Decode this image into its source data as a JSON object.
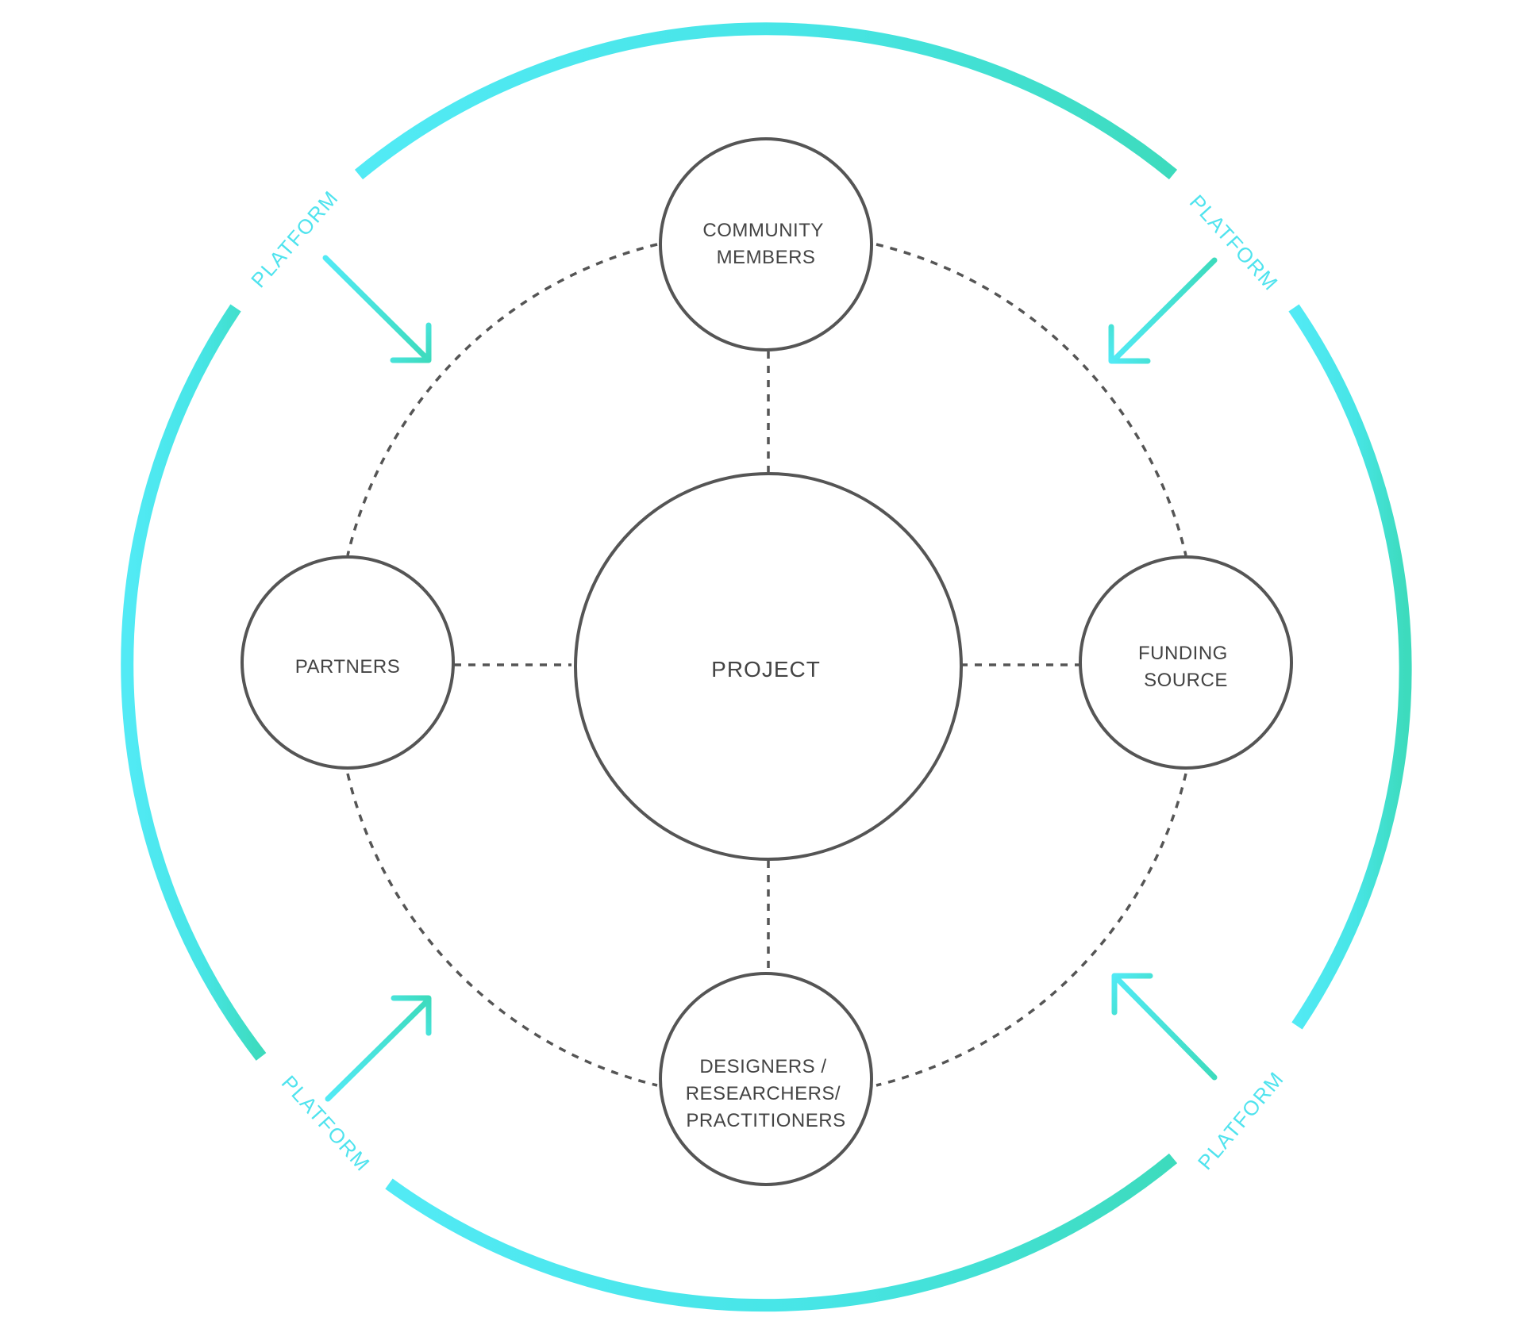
{
  "center": {
    "label": "PROJECT"
  },
  "nodes": {
    "top": {
      "lines": [
        "COMMUNITY",
        "MEMBERS"
      ]
    },
    "left": {
      "lines": [
        "PARTNERS"
      ]
    },
    "right": {
      "lines": [
        "FUNDING",
        "SOURCE"
      ]
    },
    "bottom": {
      "lines": [
        "DESIGNERS /",
        "RESEARCHERS/",
        "PRACTITIONERS"
      ]
    }
  },
  "platform": {
    "top_left": "PLATFORM",
    "top_right": "PLATFORM",
    "bottom_left": "PLATFORM",
    "bottom_right": "PLATFORM"
  },
  "colors": {
    "accent_cyan": "#4fe8f2",
    "accent_teal": "#3ddcc0",
    "stroke": "#555555",
    "text": "#444444"
  }
}
